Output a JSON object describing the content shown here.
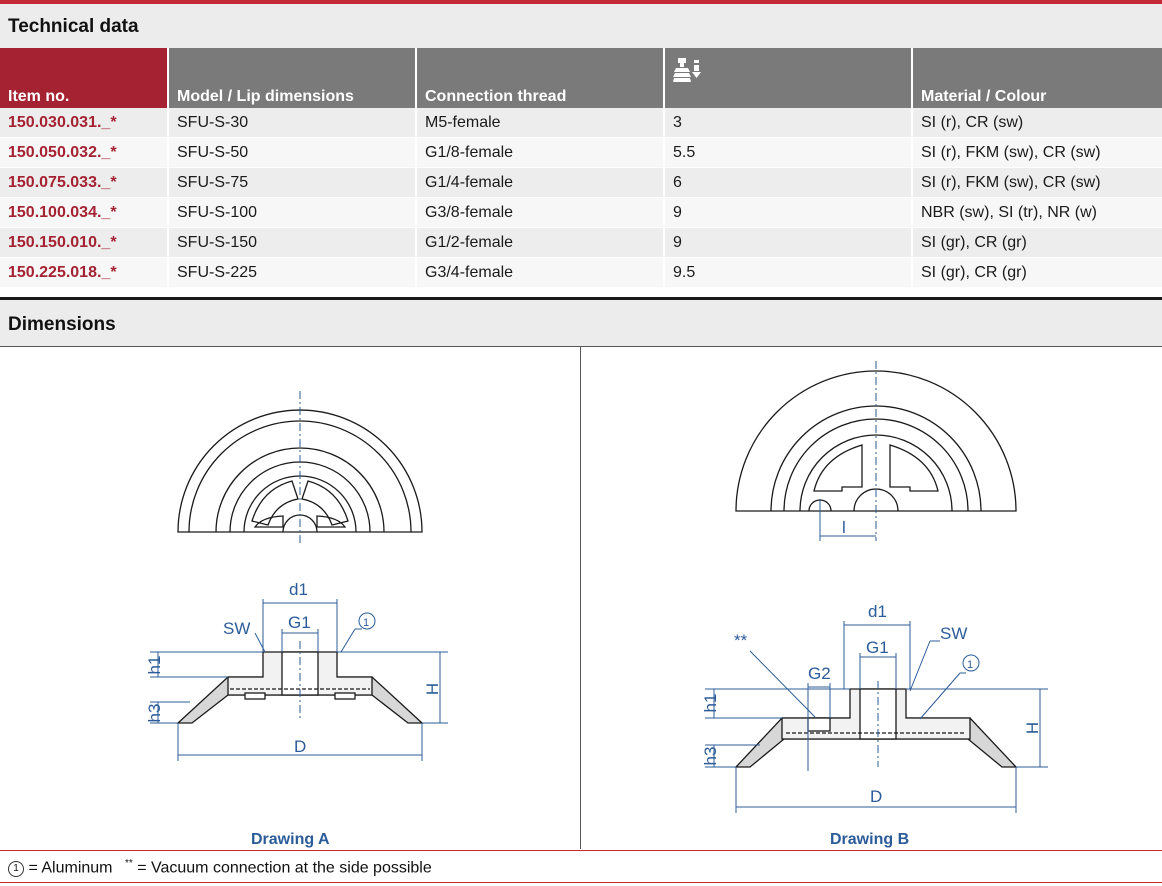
{
  "technical_data": {
    "title": "Technical data",
    "headers": [
      "Item no.",
      "Model / Lip dimensions",
      "Connection thread",
      "",
      "Material / Colour"
    ],
    "header_icon": "suction-cup-weight-icon",
    "rows": [
      [
        "150.030.031._*",
        "SFU-S-30",
        "M5-female",
        "3",
        "SI (r), CR (sw)"
      ],
      [
        "150.050.032._*",
        "SFU-S-50",
        "G1/8-female",
        "5.5",
        "SI (r), FKM (sw), CR (sw)"
      ],
      [
        "150.075.033._*",
        "SFU-S-75",
        "G1/4-female",
        "6",
        "SI (r), FKM (sw), CR (sw)"
      ],
      [
        "150.100.034._*",
        "SFU-S-100",
        "G3/8-female",
        "9",
        "NBR (sw), SI (tr), NR (w)"
      ],
      [
        "150.150.010._*",
        "SFU-S-150",
        "G1/2-female",
        "9",
        "SI (gr), CR (gr)"
      ],
      [
        "150.225.018._*",
        "SFU-S-225",
        "G3/4-female",
        "9.5",
        "SI (gr), CR (gr)"
      ]
    ]
  },
  "dimensions": {
    "title": "Dimensions",
    "drawing_a": {
      "caption": "Drawing A",
      "labels": {
        "d1": "d1",
        "g1": "G1",
        "sw": "SW",
        "h1": "h1",
        "h3": "h3",
        "H": "H",
        "D": "D",
        "circle": "1"
      }
    },
    "drawing_b": {
      "caption": "Drawing B",
      "labels": {
        "l": "l",
        "d1": "d1",
        "g1": "G1",
        "g2": "G2",
        "sw": "SW",
        "stars": "**",
        "h1": "h1",
        "h3": "h3",
        "H": "H",
        "D": "D",
        "circle": "1"
      }
    }
  },
  "footer": {
    "circle": "1",
    "aluminum": "= Aluminum",
    "stars": "**",
    "vacuum": "= Vacuum connection at the side possible"
  },
  "colors": {
    "brand_red": "#a52232",
    "header_gray": "#7a7a7a",
    "drawing_blue": "#2b5c99"
  }
}
